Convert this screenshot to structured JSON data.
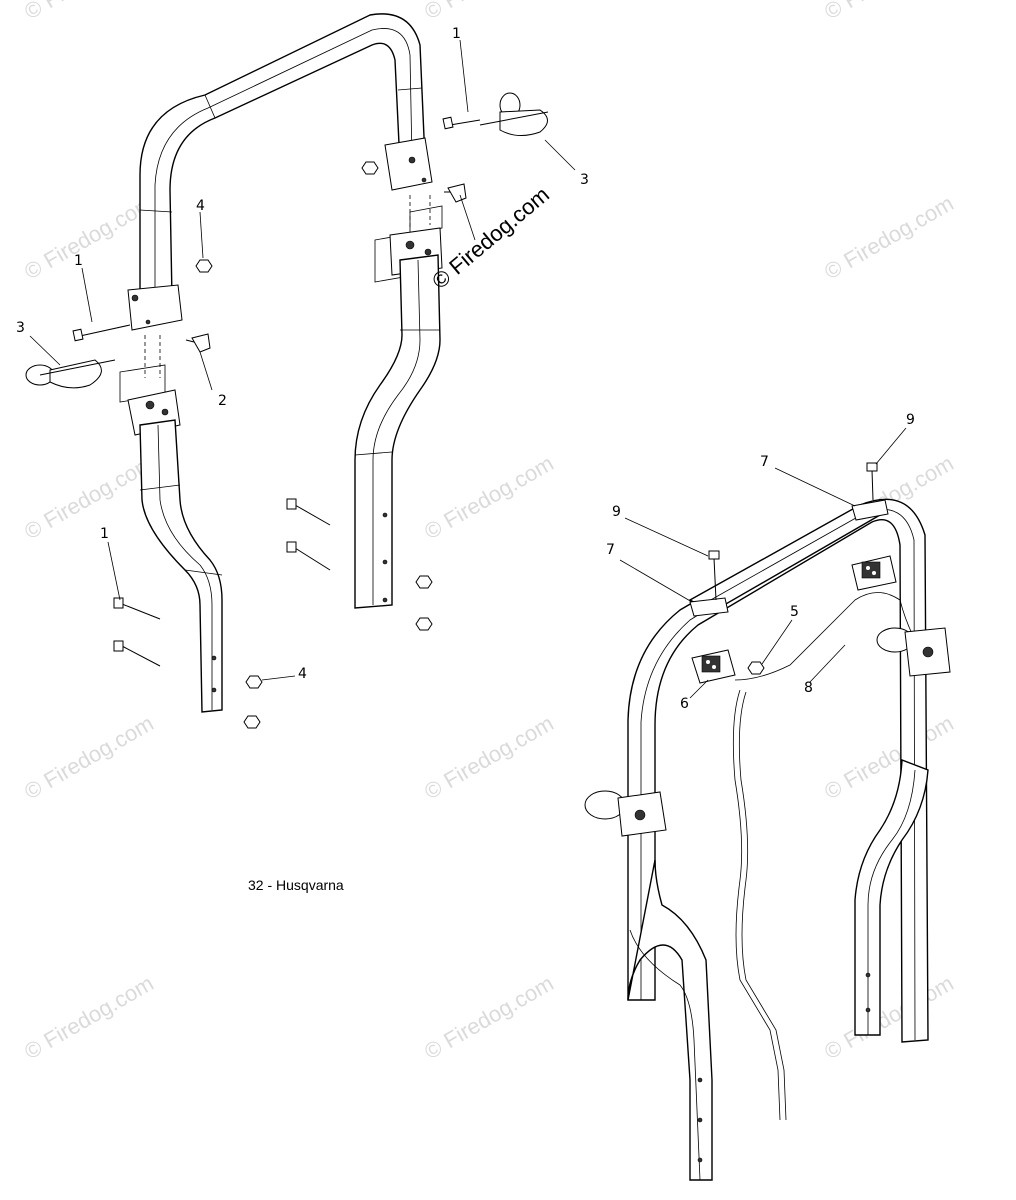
{
  "caption": "32 - Husqvarna",
  "watermark": "© Firedog.com",
  "callouts": {
    "c1": "1",
    "c2": "1",
    "c3": "1",
    "c4": "2",
    "c5": "3",
    "c6": "3",
    "c7": "4",
    "c8": "4",
    "c9": "9",
    "c10": "9",
    "c11": "7",
    "c12": "7",
    "c13": "5",
    "c14": "6",
    "c15": "8"
  }
}
